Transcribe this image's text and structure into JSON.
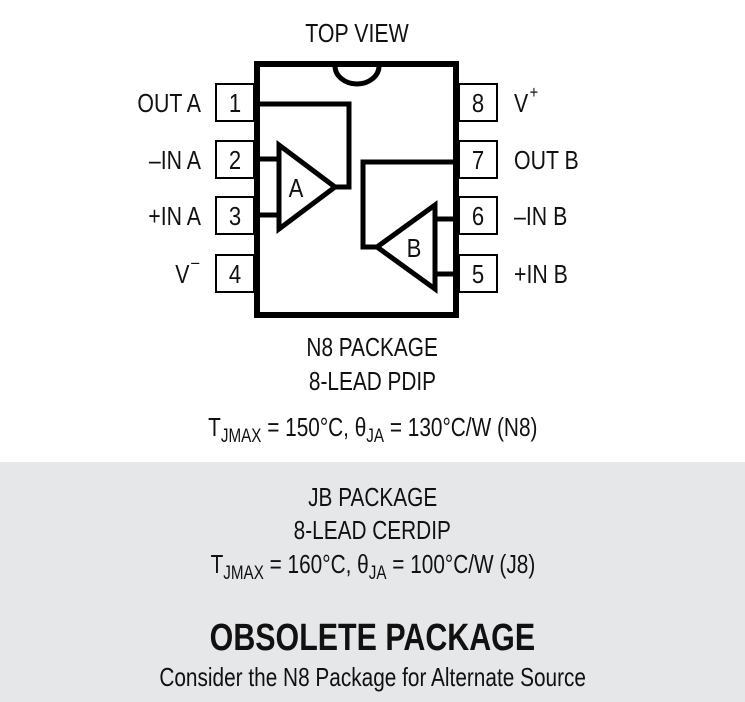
{
  "diagram": {
    "title": "TOP VIEW",
    "colors": {
      "stroke": "#000000",
      "panel_bg": "#e6e7e9",
      "text": "#111111"
    },
    "amplifiers": [
      {
        "name": "A"
      },
      {
        "name": "B"
      }
    ],
    "pins_left": [
      {
        "number": "1",
        "label": "OUT A"
      },
      {
        "number": "2",
        "label": "–IN A"
      },
      {
        "number": "3",
        "label": "+IN A"
      },
      {
        "number": "4",
        "label": "V",
        "label_sup": "–"
      }
    ],
    "pins_right": [
      {
        "number": "8",
        "label": "V",
        "label_sup": "+"
      },
      {
        "number": "7",
        "label": "OUT B"
      },
      {
        "number": "6",
        "label": "–IN B"
      },
      {
        "number": "5",
        "label": "+IN B"
      }
    ]
  },
  "n8_package": {
    "name": "N8 PACKAGE",
    "type": "8-LEAD PDIP",
    "thermal": {
      "t_symbol": "T",
      "t_sub": "JMAX",
      "t_value": " = 150°C, ",
      "theta_symbol": "θ",
      "theta_sub": "JA",
      "theta_value": " = 130°C/W (N8)"
    }
  },
  "jb_package": {
    "name": "JB PACKAGE",
    "type": "8-LEAD CERDIP",
    "thermal": {
      "t_symbol": "T",
      "t_sub": "JMAX",
      "t_value": " = 160°C, ",
      "theta_symbol": "θ",
      "theta_sub": "JA",
      "theta_value": " = 100°C/W (J8)"
    },
    "status": "OBSOLETE PACKAGE",
    "note": "Consider the N8 Package for Alternate Source"
  }
}
